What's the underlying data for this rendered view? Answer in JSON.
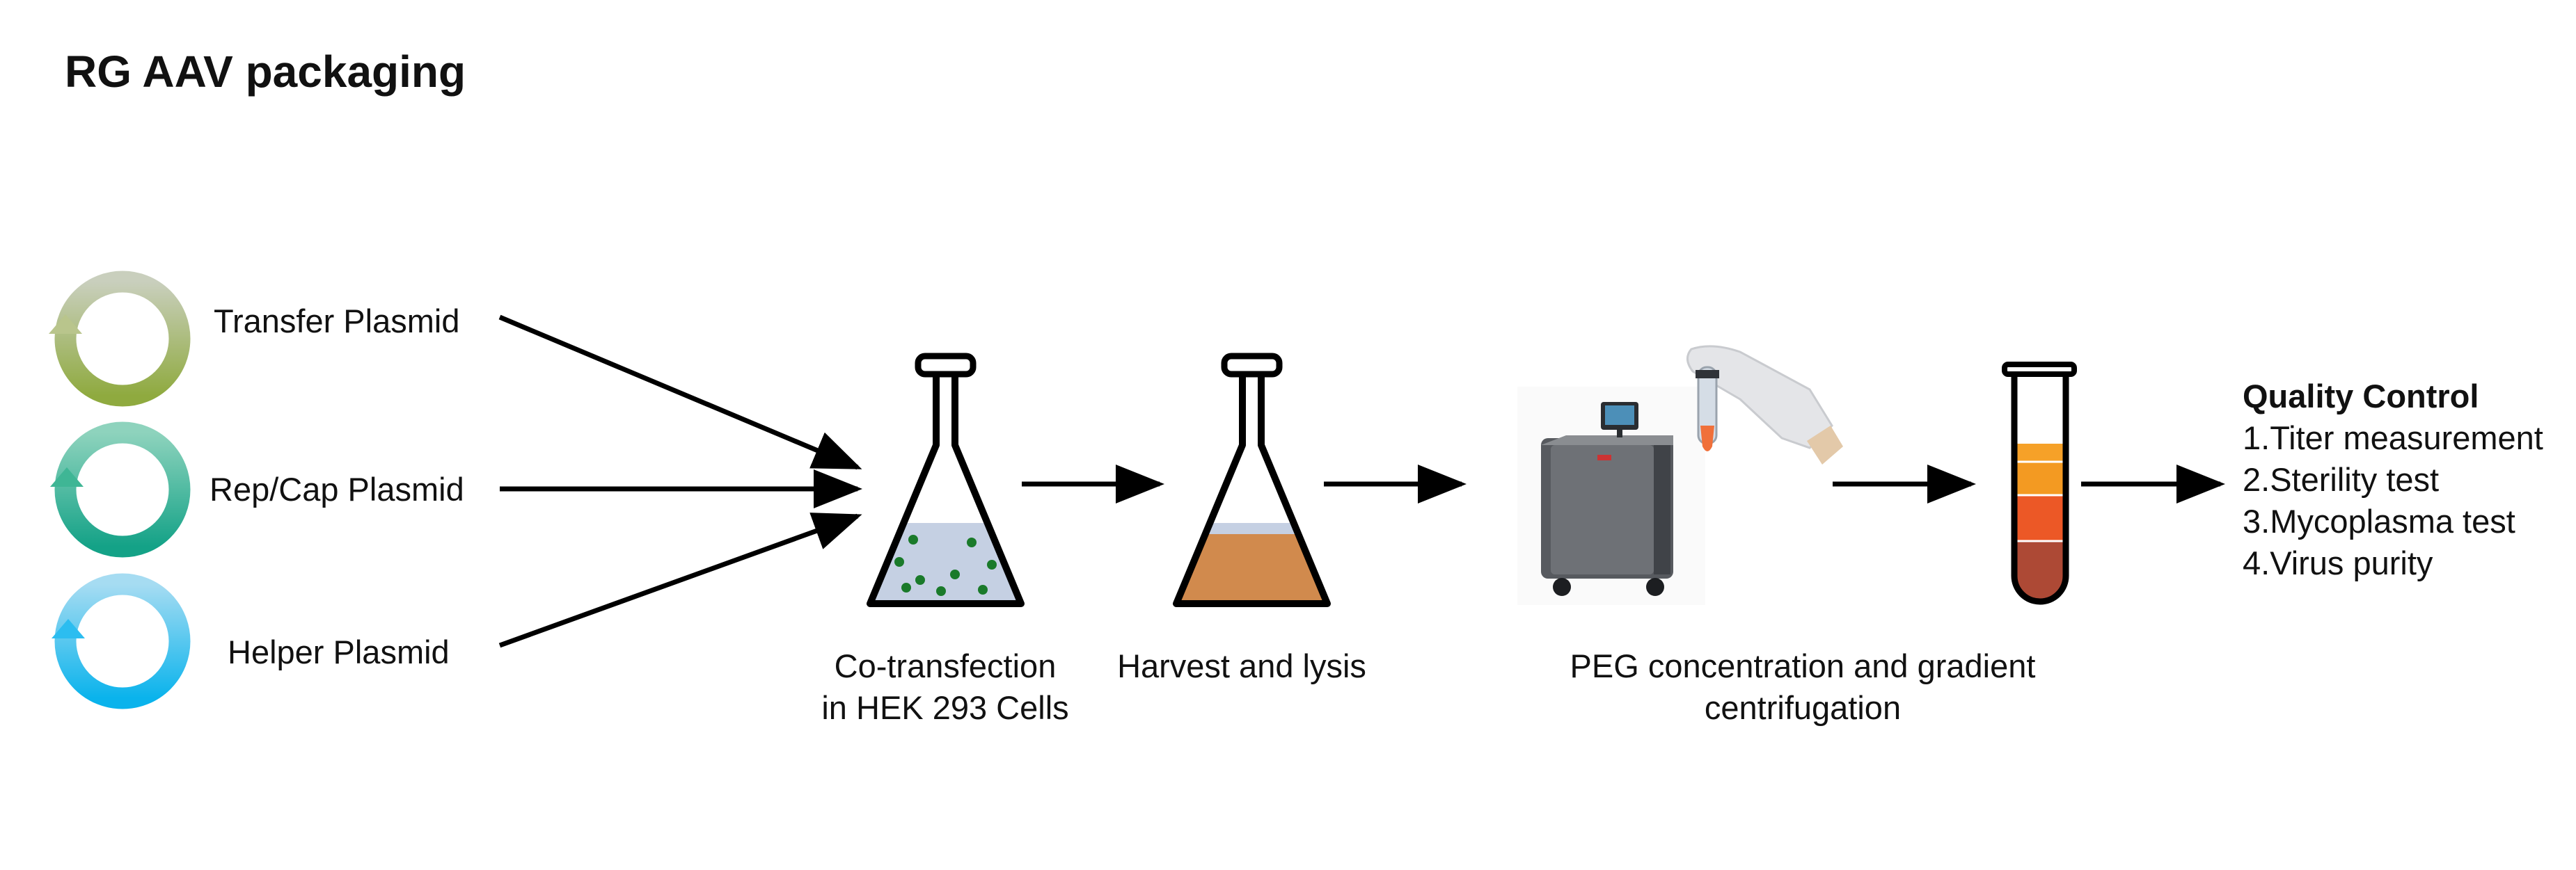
{
  "title": "RG AAV packaging",
  "plasmids": [
    {
      "label": "Transfer Plasmid",
      "color_a": "#c9cfbd",
      "color_b": "#8faa3f"
    },
    {
      "label": "Rep/Cap Plasmid",
      "color_a": "#8ed3bd",
      "color_b": "#14a287"
    },
    {
      "label": "Helper Plasmid",
      "color_a": "#a6dcf2",
      "color_b": "#0ab3ec"
    }
  ],
  "steps": {
    "cotransfection": [
      "Co-transfection",
      "in HEK 293 Cells"
    ],
    "harvest": "Harvest and lysis",
    "peg": [
      "PEG concentration and gradient",
      "centrifugation"
    ]
  },
  "quality_control": {
    "title": "Quality Control",
    "items": [
      "1.Titer measurement",
      "2.Sterility test",
      "3.Mycoplasma test",
      "4.Virus purity"
    ]
  },
  "colors": {
    "arrow": "#000000",
    "medium_blue": "#c5d0e3",
    "cells_green": "#1a7a2a",
    "lysate_orange": "#d18a4d",
    "band_orange": "#f6a128",
    "band_red": "#ec5826",
    "band_brown": "#ad4935"
  }
}
